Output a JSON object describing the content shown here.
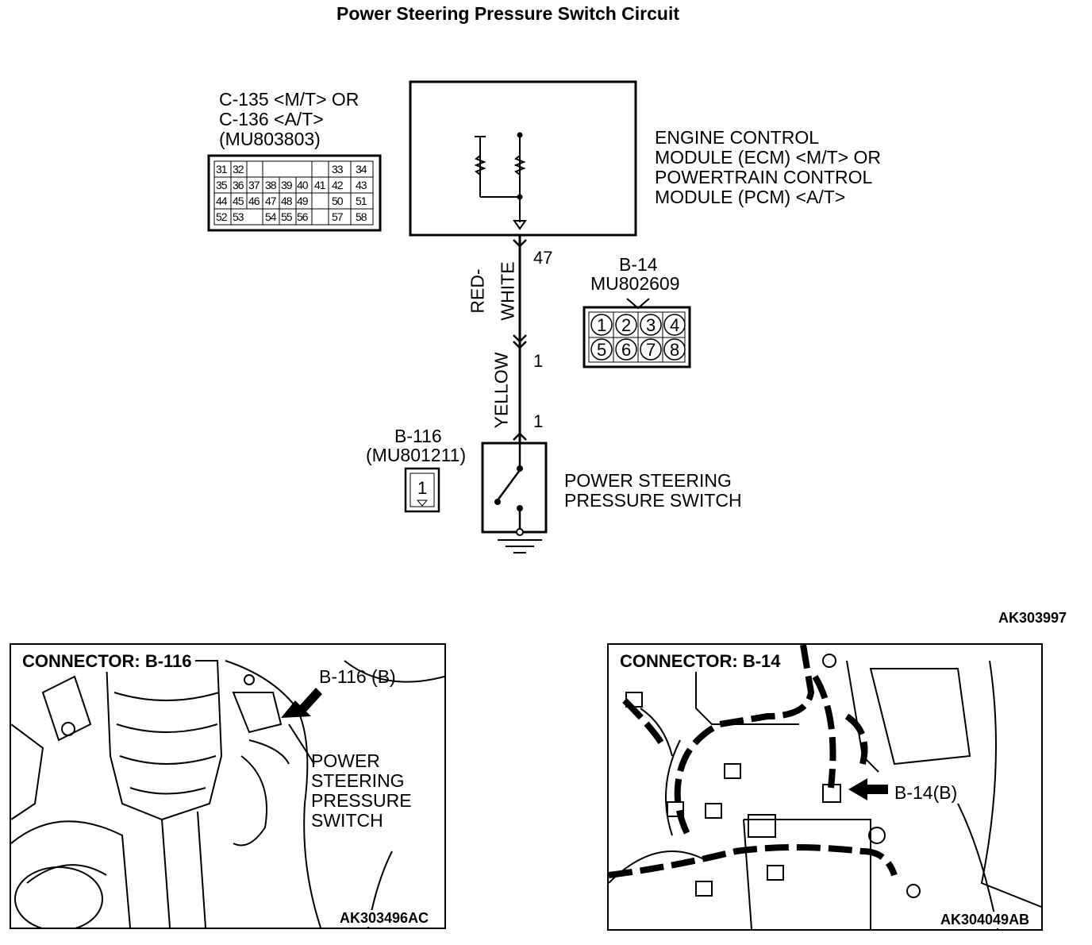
{
  "title": "Power Steering Pressure Switch Circuit",
  "ecm": {
    "connector_lines": [
      "C-135 <M/T> OR",
      "C-136 <A/T>",
      "(MU803803)"
    ],
    "module_lines": [
      "ENGINE CONTROL",
      "MODULE (ECM) <M/T> OR",
      "POWERTRAIN CONTROL",
      "MODULE (PCM) <A/T>"
    ],
    "pins": [
      "31",
      "32",
      "33",
      "34",
      "35",
      "36",
      "37",
      "38",
      "39",
      "40",
      "41",
      "42",
      "43",
      "44",
      "45",
      "46",
      "47",
      "48",
      "49",
      "50",
      "51",
      "52",
      "53",
      "54",
      "55",
      "56",
      "57",
      "58"
    ]
  },
  "wire": {
    "top_pin": "47",
    "upper_color_1": "RED-",
    "upper_color_2": "WHITE",
    "mid_pin": "1",
    "lower_color": "YELLOW",
    "bottom_pin": "1"
  },
  "b14": {
    "id": "B-14",
    "part": "MU802609",
    "pins": [
      "1",
      "2",
      "3",
      "4",
      "5",
      "6",
      "7",
      "8"
    ]
  },
  "b116": {
    "id": "B-116",
    "part": "(MU801211)",
    "pin": "1"
  },
  "switch": {
    "lines": [
      "POWER STEERING",
      "PRESSURE SWITCH"
    ]
  },
  "diagram_ref": "AK303997",
  "panel_left": {
    "title": "CONNECTOR: B-116",
    "callout": "B-116 (B)",
    "component_lines": [
      "POWER",
      "STEERING",
      "PRESSURE",
      "SWITCH"
    ],
    "ref": "AK303496AC"
  },
  "panel_right": {
    "title": "CONNECTOR: B-14",
    "callout": "B-14(B)",
    "ref": "AK304049AB"
  }
}
